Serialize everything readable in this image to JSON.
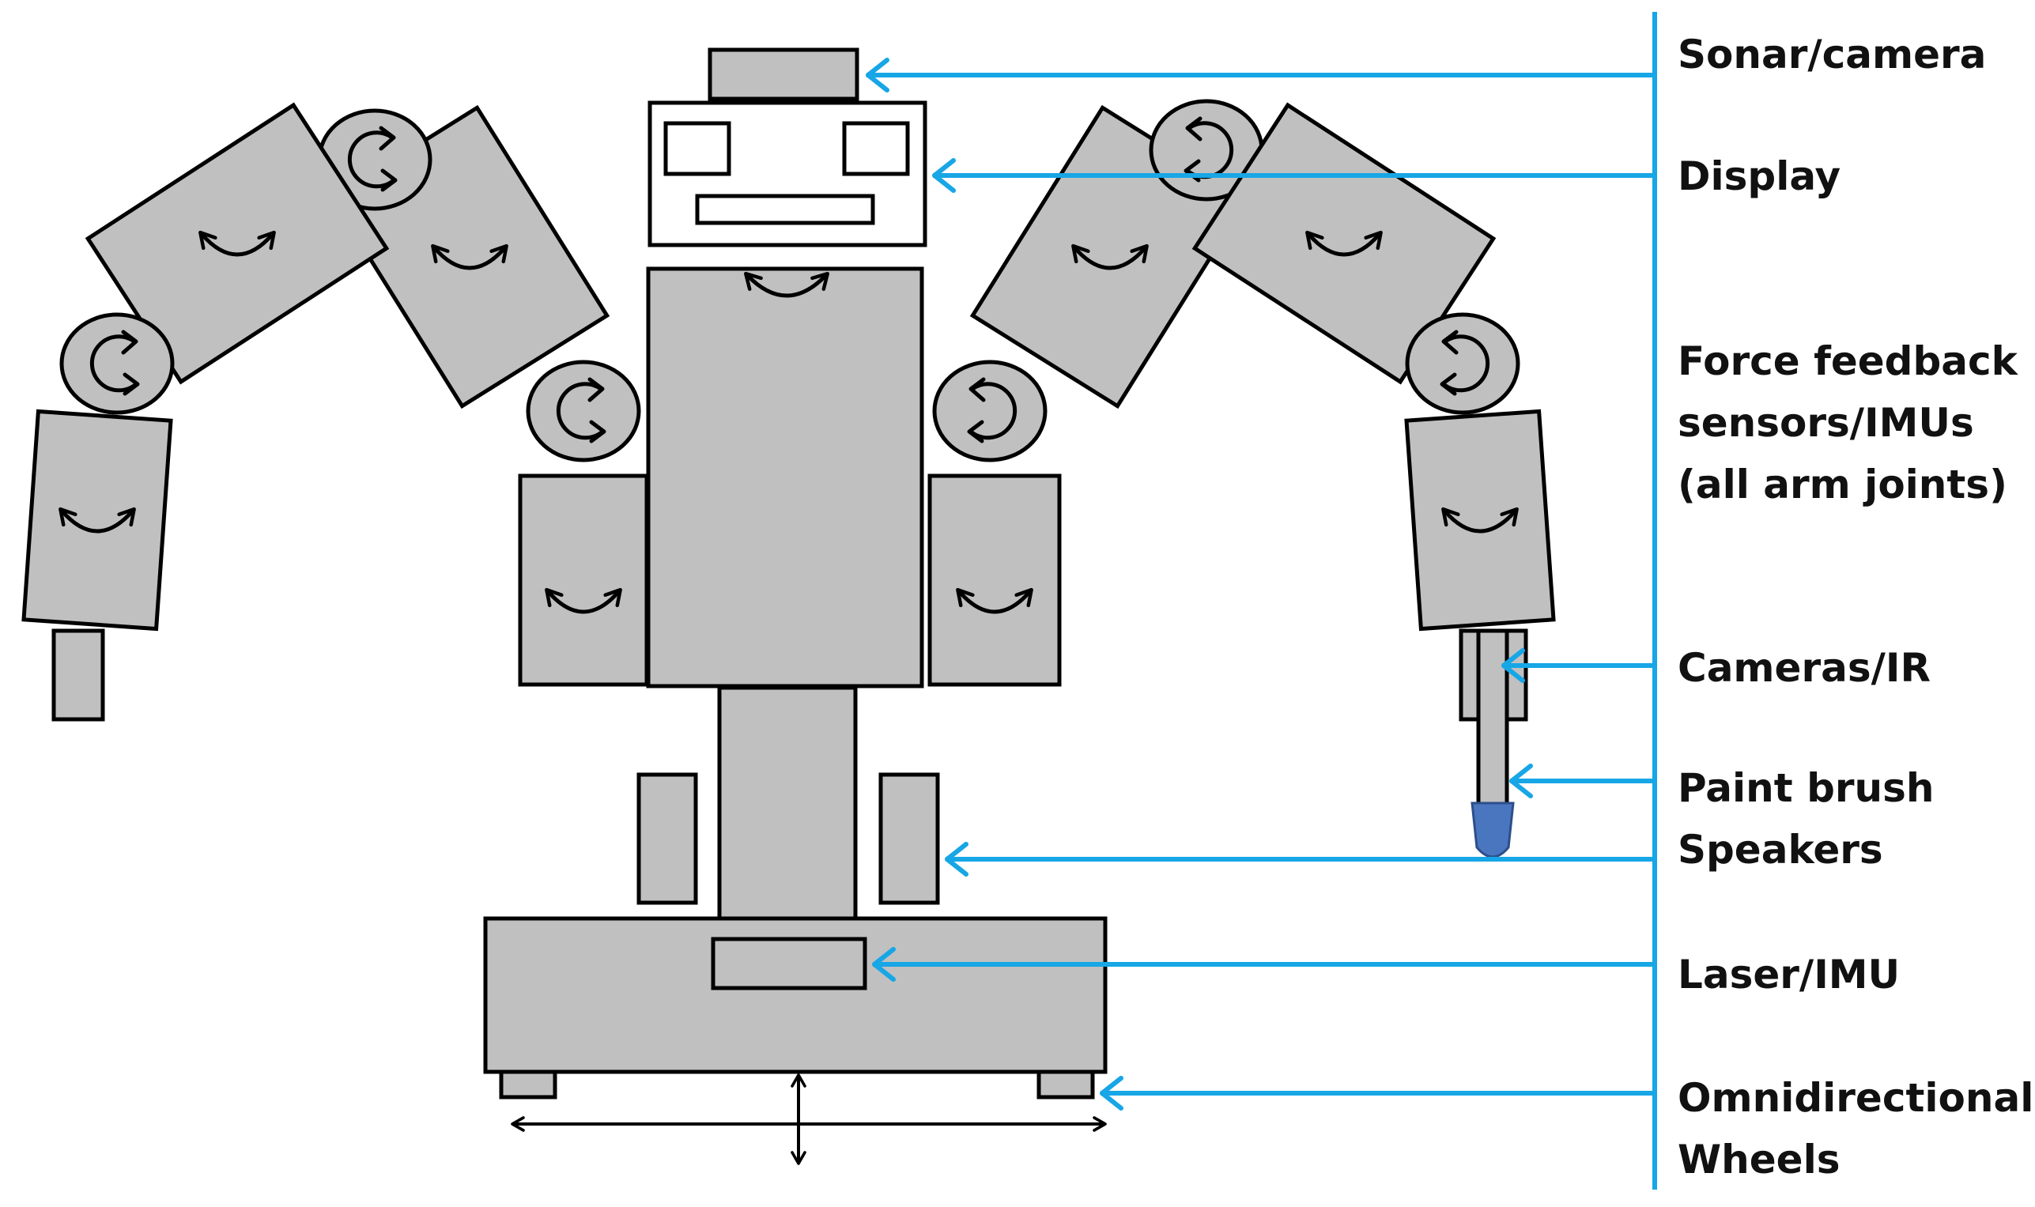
{
  "labels": {
    "sonar_camera": "Sonar/camera",
    "display": "Display",
    "force_feedback_line1": "Force feedback",
    "force_feedback_line2": "sensors/IMUs",
    "force_feedback_line3": "(all arm  joints)",
    "cameras_ir": "Cameras/IR",
    "paint_brush": "Paint brush",
    "speakers": "Speakers",
    "laser_imu": "Laser/IMU",
    "wheels_line1": "Omnidirectional",
    "wheels_line2": "Wheels"
  },
  "colors": {
    "body_fill": "#c0c0c0",
    "outline": "#000000",
    "pointer": "#17a6e6",
    "brush_tip": "#4a76c0",
    "background": "#ffffff"
  }
}
